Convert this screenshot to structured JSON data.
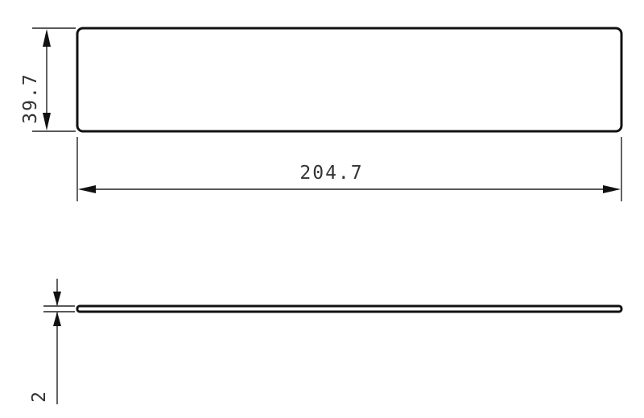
{
  "drawing": {
    "units": "",
    "top_view": {
      "height_dimension": "39.7",
      "width_dimension": "204.7"
    },
    "side_view": {
      "thickness_dimension": "2"
    },
    "colors": {
      "line": "#111111",
      "text": "#333333",
      "background": "#ffffff"
    }
  }
}
